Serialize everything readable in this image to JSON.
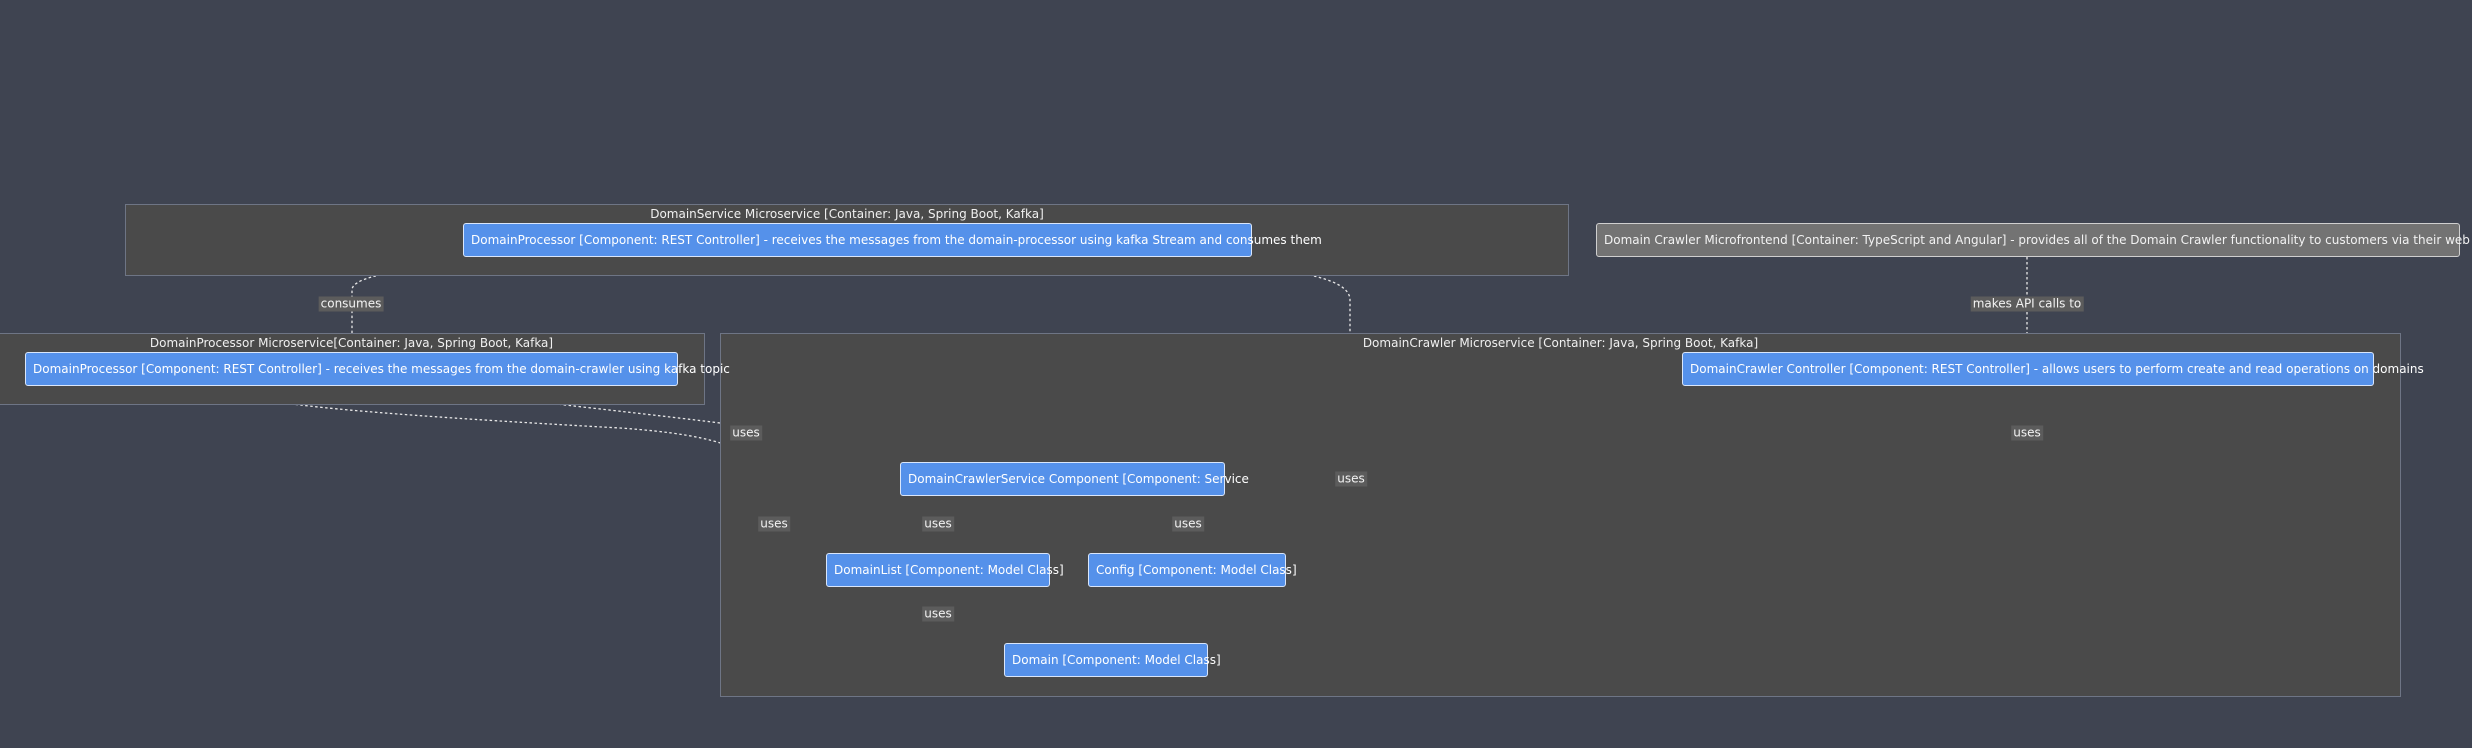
{
  "clusters": {
    "domain_service": "DomainService Microservice [Container: Java, Spring Boot, Kafka]",
    "domain_processor": "DomainProcessor Microservice[Container: Java, Spring Boot, Kafka]",
    "domain_crawler": "DomainCrawler Microservice [Container: Java, Spring Boot, Kafka]"
  },
  "nodes": {
    "service_processor": "DomainProcessor [Component: REST Controller] - receives the messages from the domain-processor using kafka Stream and consumes them",
    "microfrontend": "Domain Crawler Microfrontend [Container: TypeScript and Angular] - provides all of the Domain Crawler functionality to customers via their web browser",
    "processor_controller": "DomainProcessor [Component: REST Controller] - receives the messages from the domain-crawler using kafka topic",
    "crawler_controller": "DomainCrawler Controller [Component: REST Controller] - allows users to perform create and read operations on domains",
    "crawler_service": "DomainCrawlerService Component [Component: Service",
    "domain_list": "DomainList [Component: Model Class]",
    "config": "Config [Component: Model Class]",
    "domain": "Domain [Component: Model Class]"
  },
  "edge_labels": {
    "consumes": "consumes",
    "makes_api_calls": "makes API calls to",
    "uses_processor_service": "uses",
    "uses_processor_domain": "uses",
    "uses_service_domain": "uses",
    "uses_controller_service": "uses",
    "uses_service_list": "uses",
    "uses_service_config": "uses",
    "uses_list_domain": "uses"
  },
  "colors": {
    "background": "#3f4451",
    "cluster_fill": "#4a4a4a",
    "component": "#5591ea",
    "container": "#737373",
    "edge": "#e8e8e8"
  }
}
